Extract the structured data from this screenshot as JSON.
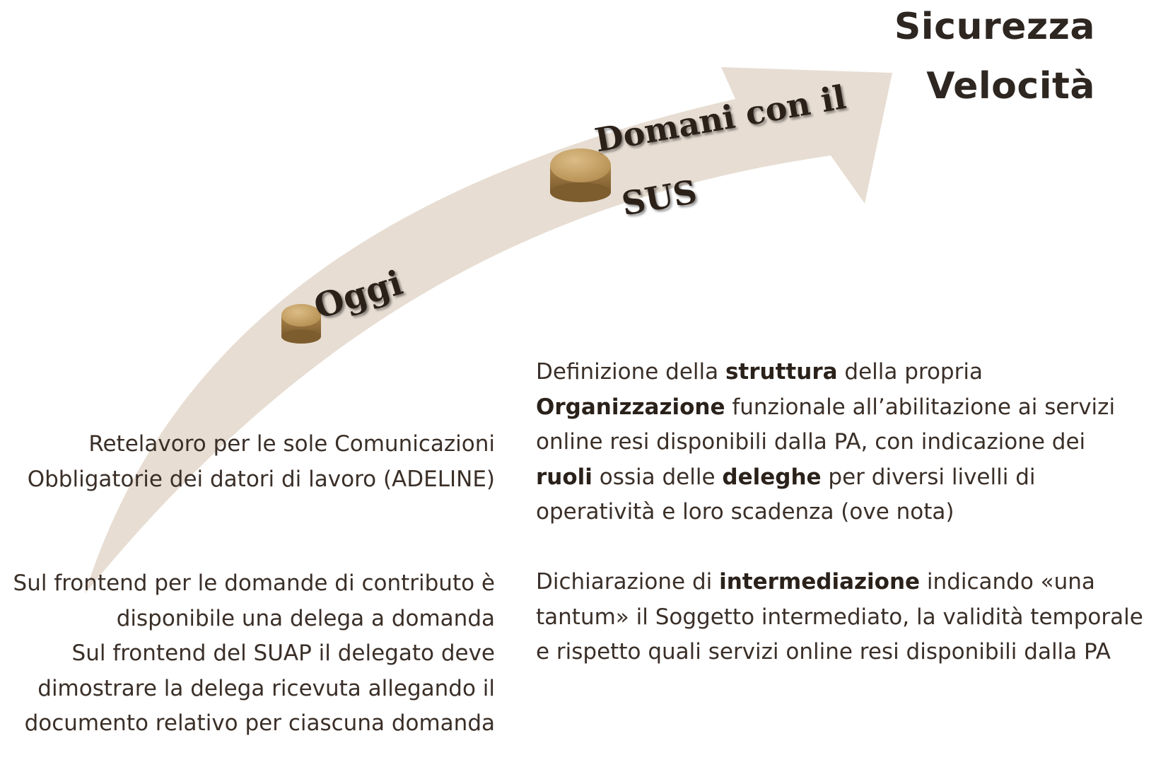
{
  "goal": {
    "line1": "Sicurezza",
    "line2": "Velocità"
  },
  "stages": {
    "today": "Oggi",
    "tomorrow_line1": "Domani con il",
    "tomorrow_line2": "SUS"
  },
  "current_state": {
    "retelavoro_line1": "Retelavoro per le sole  Comunicazioni",
    "retelavoro_line2": "Obbligatorie dei datori di lavoro (ADELINE)",
    "frontend_lines": [
      "Sul frontend per le domande di contributo è",
      "disponibile una delega a domanda",
      "Sul frontend del SUAP il delegato deve",
      "dimostrare la delega ricevuta allegando il",
      "documento relativo per ciascuna domanda"
    ]
  },
  "future_state": {
    "organization": {
      "t1": "Definizione della ",
      "b1": "struttura",
      "t2": " della propria ",
      "b2": "Organizzazione",
      "t3": " funzionale all’abilitazione ai servizi online resi disponibili dalla PA, con indicazione dei ",
      "b3": "ruoli",
      "t4": " ossia delle ",
      "b4": "deleghe",
      "t5": " per diversi livelli di operatività e loro scadenza (ove nota)"
    },
    "intermediation": {
      "t1": "Dichiarazione di ",
      "b1": "intermediazione",
      "t2": " indicando «una tantum» il Soggetto intermediato, la validità temporale e rispetto quali servizi online resi disponibili dalla PA"
    }
  },
  "colors": {
    "arrow": "#e7ddd2",
    "marker": "#c09a5c",
    "marker_dark": "#9a7540",
    "text": "#3a2f28"
  }
}
